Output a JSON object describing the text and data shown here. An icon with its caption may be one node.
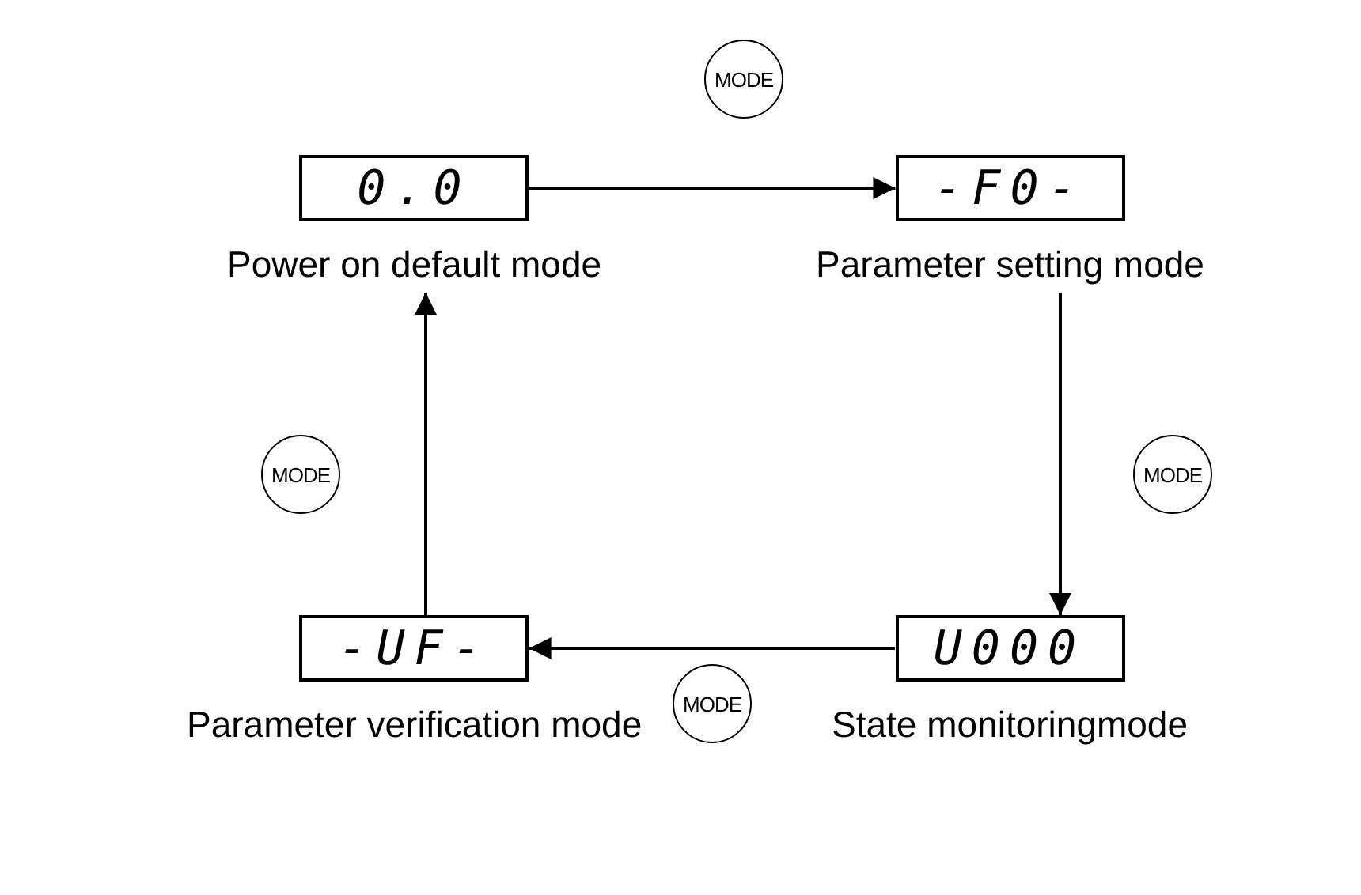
{
  "diagram": {
    "nodes": [
      {
        "text": [
          "0.0"
        ],
        "beside": [
          "Power on default mode"
        ]
      },
      {
        "text": [
          "-F0-"
        ],
        "beside": [
          "Parameter setting mode"
        ]
      },
      {
        "text": [
          "U000"
        ],
        "beside": [
          "State monitoringmode"
        ]
      },
      {
        "text": [
          "-UF-"
        ],
        "beside": [
          "Parameter verification mode"
        ]
      }
    ],
    "edges": [
      {
        "from": 0,
        "to": 1,
        "arrow": "to",
        "label": "MODE"
      },
      {
        "from": 1,
        "to": 2,
        "arrow": "to",
        "label": "MODE"
      },
      {
        "from": 2,
        "to": 3,
        "arrow": "to",
        "label": "MODE"
      },
      {
        "from": 3,
        "to": 0,
        "arrow": "to",
        "label": "MODE"
      }
    ]
  }
}
